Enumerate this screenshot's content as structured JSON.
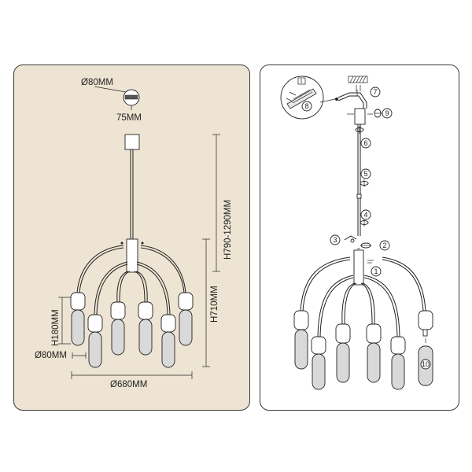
{
  "dimensions": {
    "canopy_diameter": "Ø80MM",
    "canopy_height": "75MM",
    "shade_height": "H180MM",
    "shade_diameter": "Ø80MM",
    "fixture_height": "H710MM",
    "total_height": "H790-1290MM",
    "overall_diameter": "Ø680MM"
  },
  "steps": [
    "1",
    "2",
    "3",
    "4",
    "5",
    "6",
    "7",
    "8",
    "9",
    "10"
  ],
  "colors": {
    "left_panel_bg": "#ede4d3",
    "outline": "#222222",
    "shade_fill": "#d9d9d9"
  }
}
